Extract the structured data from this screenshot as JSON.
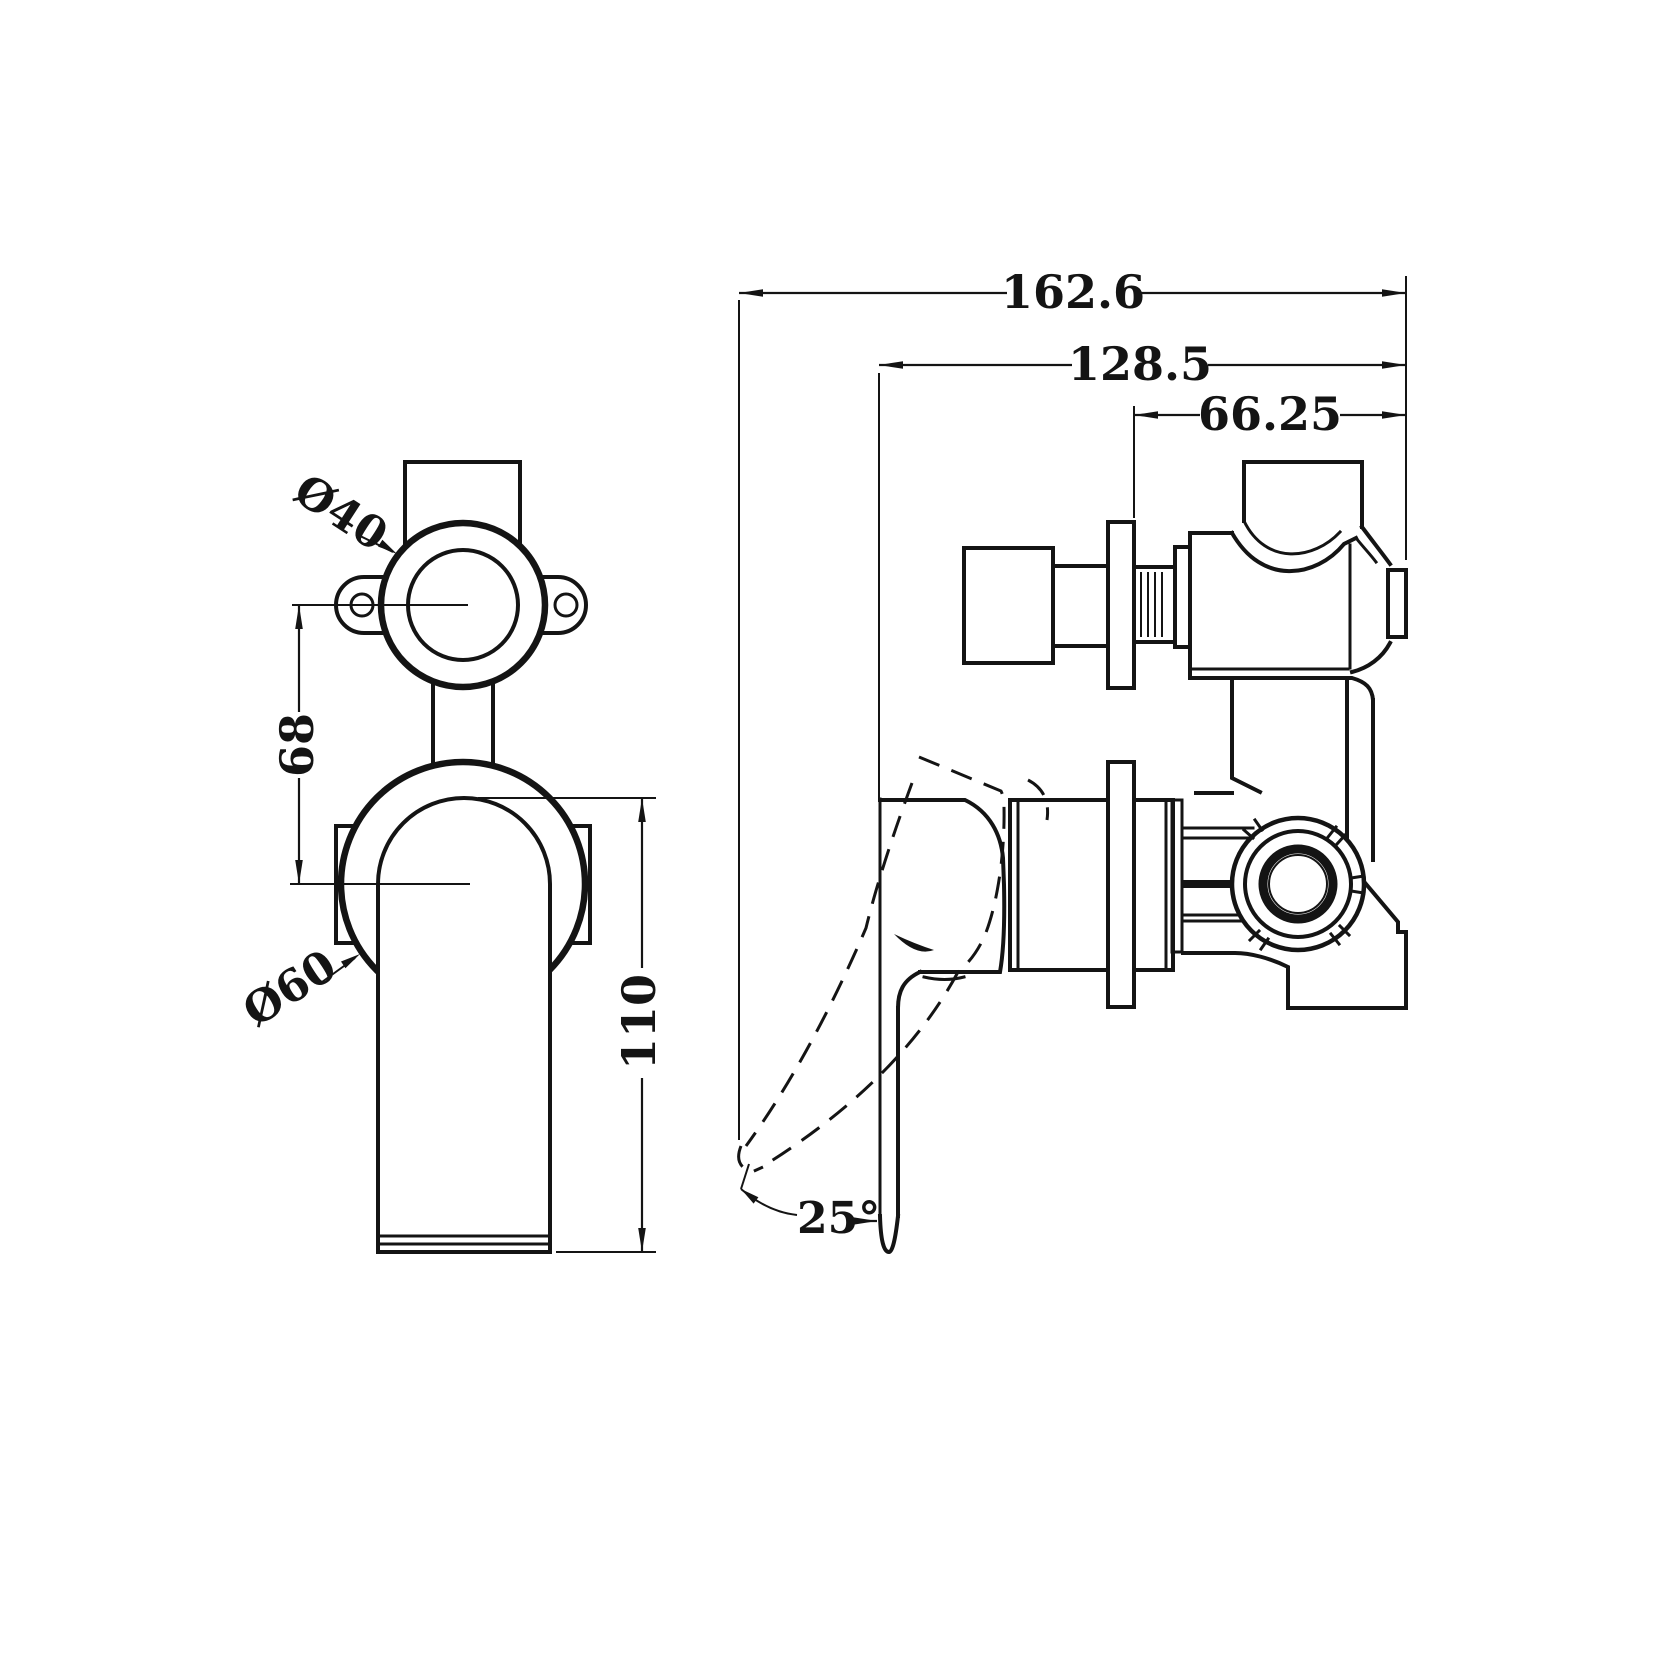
{
  "drawing": {
    "background_color": "#ffffff",
    "line_color": "#141414",
    "front_view": {
      "top_port_diameter_label": "Ø40",
      "body_diameter_label": "Ø60",
      "port_center_distance_label": "68",
      "handle_length_label": "110"
    },
    "side_view": {
      "overall_depth_label": "162.6",
      "handle_face_depth_label": "128.5",
      "flange_depth_label": "66.25",
      "lever_angle_label": "25°"
    }
  }
}
